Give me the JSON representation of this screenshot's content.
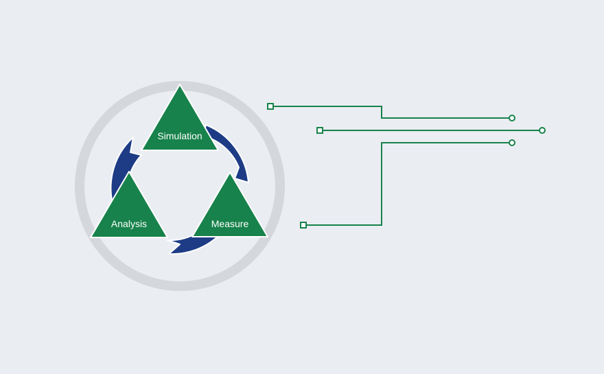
{
  "diagram": {
    "steps": [
      {
        "label": "Simulation"
      },
      {
        "label": "Measure"
      },
      {
        "label": "Analysis"
      }
    ],
    "colors": {
      "background": "#eaedf2",
      "outer_ring": "#d4d7dc",
      "cycle_arrows": "#1e3c86",
      "triangles": "#17824b",
      "connectors": "#17824b",
      "label_text": "#ffffff"
    }
  }
}
